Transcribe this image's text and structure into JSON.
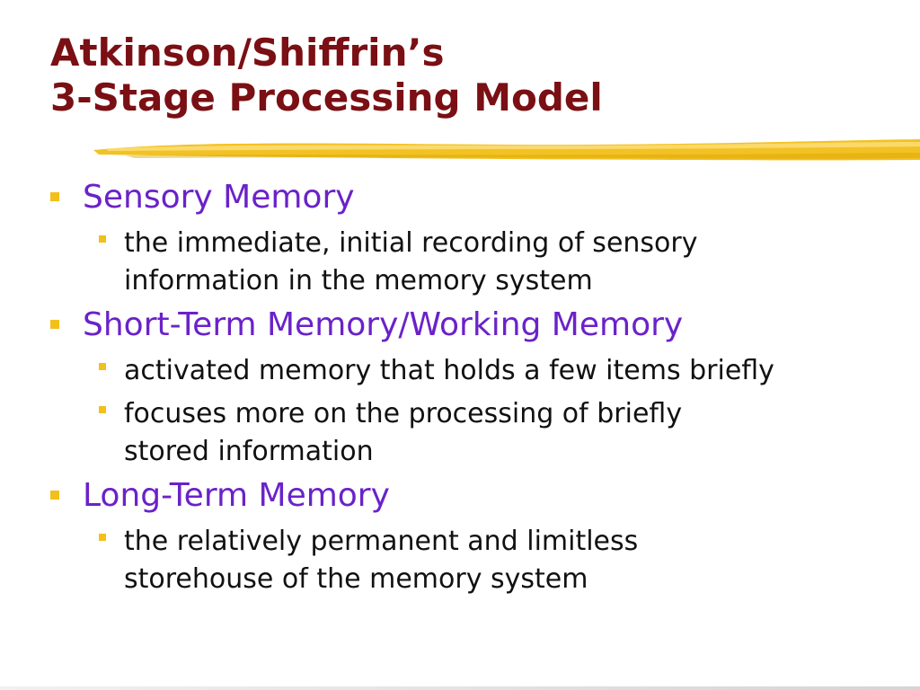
{
  "slide": {
    "title_line1": "Atkinson/Shiffrin’s",
    "title_line2": "3-Stage Processing Model",
    "sections": [
      {
        "heading": "Sensory Memory",
        "items": [
          "the immediate, initial recording of sensory\ninformation in the memory system"
        ]
      },
      {
        "heading": "Short-Term Memory/Working Memory",
        "items": [
          "activated memory that holds a few items briefly",
          "focuses more on the processing of briefly\nstored information"
        ]
      },
      {
        "heading": "Long-Term Memory",
        "items": [
          "the relatively permanent and limitless\nstorehouse of the memory system"
        ]
      }
    ]
  },
  "colors": {
    "title": "#7a0f14",
    "heading": "#6a22c9",
    "bullet": "#f3bf1a",
    "body_text": "#111111",
    "brush": "#f0b800"
  },
  "icons": {
    "bullet": "square-bullet-icon",
    "underline": "yellow-brush-stroke-icon"
  }
}
